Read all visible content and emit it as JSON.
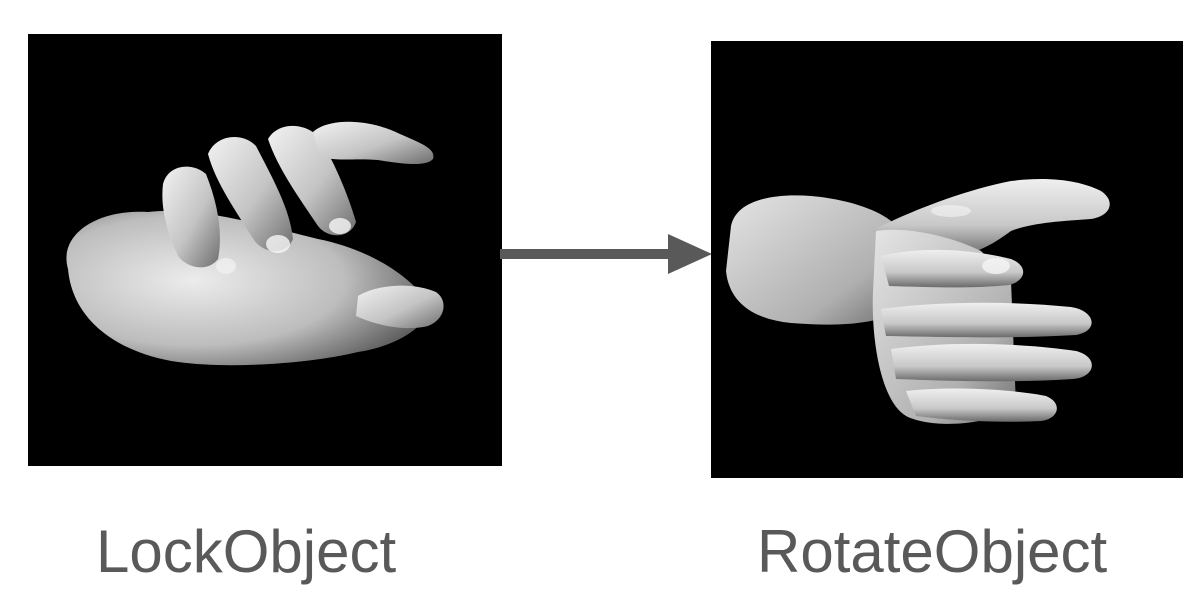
{
  "diagram": {
    "steps": [
      {
        "label": "LockObject",
        "image": "hand-lock-pose-image"
      },
      {
        "label": "RotateObject",
        "image": "hand-rotate-pose-image"
      }
    ],
    "connector": "right-arrow"
  },
  "colors": {
    "background": "#ffffff",
    "panel": "#000000",
    "arrow": "#595959",
    "label": "#595959",
    "hand": "#cfcfcf"
  }
}
